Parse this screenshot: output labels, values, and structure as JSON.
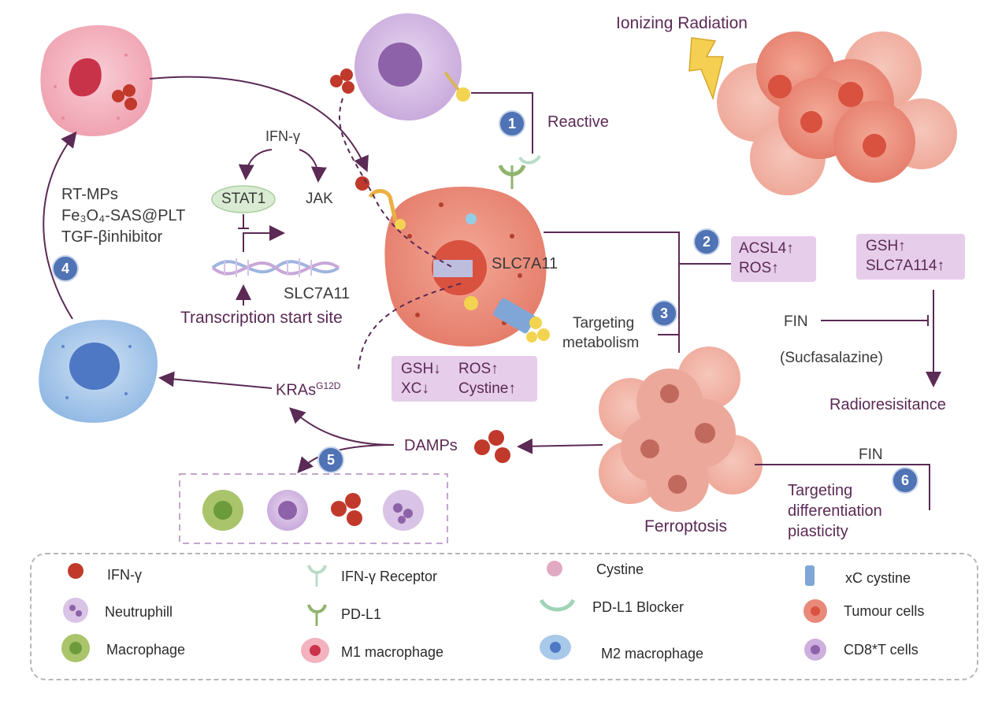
{
  "labels": {
    "ionizing_radiation": "Ionizing Radiation",
    "reactive": "Reactive",
    "ifn_gamma": "IFN-γ",
    "stat1": "STAT1",
    "jak": "JAK",
    "slc7a11_dna": "SLC7A11",
    "transcription_start_site": "Transcription start site",
    "slc7a11_cell": "SLC7A11",
    "rt_mps": "RT-MPs",
    "fe3o4_sas": "Fe₃O₄-SAS@PLT",
    "tgf_beta": "TGF-βinhibitor",
    "targeting_metabolism_1": "Targeting",
    "targeting_metabolism_2": "metabolism",
    "kras": "KRAs",
    "kras_sup": "G12D",
    "damps": "DAMPs",
    "ferroptosis": "Ferroptosis",
    "fin_top": "FIN",
    "targeting_diff_1": "Targeting",
    "targeting_diff_2": "differentiation",
    "targeting_diff_3": "piasticity",
    "fin_right": "FIN",
    "sucfasalazine": "(Sucfasalazine)",
    "radioresistance": "Radioresisitance"
  },
  "boxes": {
    "acsl4": "ACSL4↑",
    "ros_up": "ROS↑",
    "gsh_up": "GSH↑",
    "slc7a114": "SLC7A114↑",
    "gsh_down": "GSH↓",
    "ros_up2": "ROS↑",
    "xc_down": "XC↓",
    "cystine_up": "Cystine↑"
  },
  "badges": [
    "1",
    "2",
    "3",
    "4",
    "5",
    "6"
  ],
  "legend": {
    "ifn_gamma": "IFN-γ",
    "neutrophil": "Neutruphill",
    "macrophage": "Macrophage",
    "ifn_receptor": "IFN-γ Receptor",
    "pd_l1": "PD-L1",
    "m1_macrophage": "M1 macrophage",
    "cystine": "Cystine",
    "pd_l1_blocker": "PD-L1 Blocker",
    "m2_macrophage": "M2 macrophage",
    "xc_cystine": "xC cystine",
    "tumour_cells": "Tumour cells",
    "cd8_t_cells": "CD8*T cells"
  },
  "colors": {
    "text": "#5b2a55",
    "badge": "#4f73b4",
    "purple_box": "#e6cdea",
    "tumour": "#e8897a",
    "red_dot": "#c0392b",
    "cd8": "#cdb0de",
    "m1": "#f2b3bf",
    "m2": "#a9c9ea",
    "macrophage": "#a9c46a"
  }
}
